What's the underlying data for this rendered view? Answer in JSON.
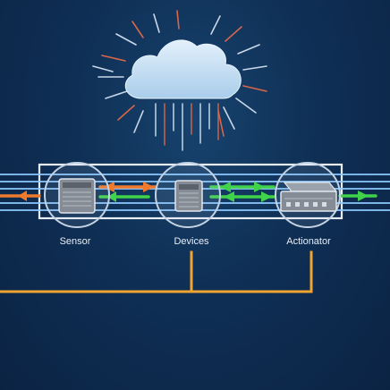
{
  "diagram": {
    "cloud": {
      "icon": "cloud-icon",
      "color": "#cfe3f5"
    },
    "nodes": [
      {
        "id": "sensor",
        "label": "Sensor",
        "icon": "sensor-device-icon"
      },
      {
        "id": "devices",
        "label": "Devices",
        "icon": "device-icon"
      },
      {
        "id": "actionator",
        "label": "Actionator",
        "icon": "actionator-device-icon"
      }
    ],
    "colors": {
      "background": "#0f2f55",
      "bus_lines": "#8cc8ff",
      "orange_flow": "#ef7a2e",
      "green_flow": "#3fd24a",
      "wiring": "#f0a532",
      "frame": "#e8eef6"
    }
  }
}
